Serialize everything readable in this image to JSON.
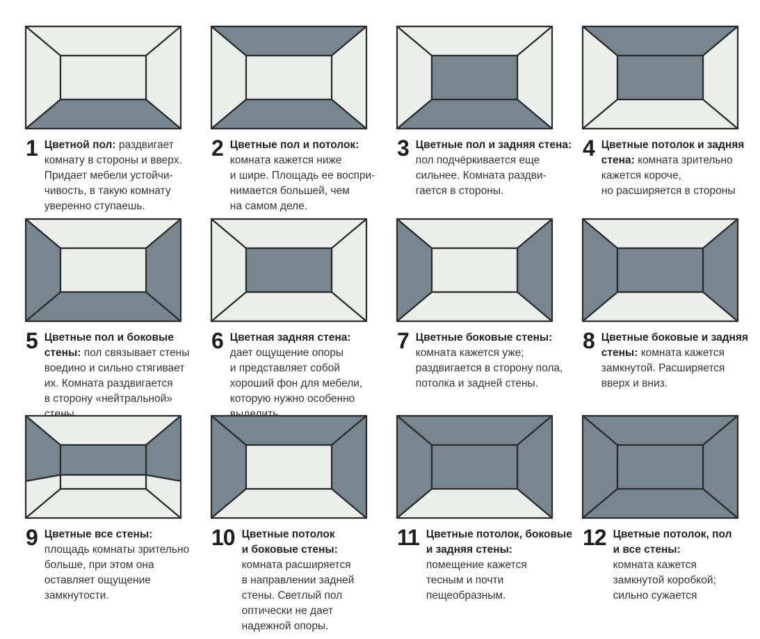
{
  "colors": {
    "dark_surface": "#77868f",
    "light_surface": "#eceeec",
    "line": "#2b2b2b",
    "text": "#333333",
    "number": "#1d1d1d",
    "background": "#ffffff"
  },
  "cells": [
    {
      "num": "1",
      "title": "Цветной пол:",
      "desc": " раздвигает\nкомнату в стороны и вверх.\nПридает мебели устойчи-\nчивость, в такую комнату\nуверенно ступаешь.",
      "colored": [
        "floor"
      ]
    },
    {
      "num": "2",
      "title": "Цветные пол и потолок:",
      "desc": "\nкомната кажется ниже\nи шире. Площадь ее воспри-\nнимается большей, чем\nна самом деле.",
      "colored": [
        "floor",
        "ceiling"
      ]
    },
    {
      "num": "3",
      "title": "Цветные пол и задняя стена:",
      "desc": "\nпол подчёркивается еще\nсильнее. Комната раздви-\nгается в стороны.",
      "colored": [
        "floor",
        "back"
      ]
    },
    {
      "num": "4",
      "title": "Цветные потолок и задняя\nстена:",
      "desc": " комната зрительно\nкажется короче,\nно расширяется в стороны",
      "colored": [
        "ceiling",
        "back"
      ]
    },
    {
      "num": "5",
      "title": "Цветные пол и боковые\nстены:",
      "desc": " пол связывает стены\nвоедино и сильно стягивает\nих. Комната раздвигается\nв сторону «нейтральной»\nстены.",
      "colored": [
        "floor",
        "left",
        "right"
      ]
    },
    {
      "num": "6",
      "title": "Цветная задняя стена:",
      "desc": "\nдает ощущение опоры\nи представляет собой\nхороший фон для мебели,\nкоторую нужно особенно\nвыделить.",
      "colored": [
        "back"
      ]
    },
    {
      "num": "7",
      "title": "Цветные боковые стены:",
      "desc": "\nкомната кажется уже;\nраздвигается в сторону пола,\nпотолка и задней стены.",
      "colored": [
        "left",
        "right"
      ]
    },
    {
      "num": "8",
      "title": "Цветные боковые и задняя\nстены:",
      "desc": " комната кажется\nзамкнутой. Расширяется\nвверх и вниз.",
      "colored": [
        "left",
        "right",
        "back"
      ]
    },
    {
      "num": "9",
      "title": "Цветные все стены:",
      "desc": "\nплощадь комнаты зрительно\nбольше, при этом она\nоставляет ощущение\nзамкнутости.",
      "colored": [
        "left",
        "right",
        "back"
      ],
      "split_walls": true
    },
    {
      "num": "10",
      "title": "Цветные потолок\nи боковые стены:",
      "desc": "\nкомната расширяется\nв направлении задней\nстены. Светлый пол\nоптически не дает\nнадежной опоры.",
      "colored": [
        "ceiling",
        "left",
        "right"
      ]
    },
    {
      "num": "11",
      "title": "Цветные потолок, боковые\nи задняя стены:",
      "desc": "\nпомещение кажется\nтесным и почти\nпещеобразным.",
      "colored": [
        "ceiling",
        "left",
        "right",
        "back"
      ]
    },
    {
      "num": "12",
      "title": "Цветные потолок, пол\nи все стены:",
      "desc": "\nкомната кажется\nзамкнутой коробкой;\nсильно сужается",
      "colored": [
        "ceiling",
        "floor",
        "left",
        "right",
        "back"
      ]
    }
  ]
}
